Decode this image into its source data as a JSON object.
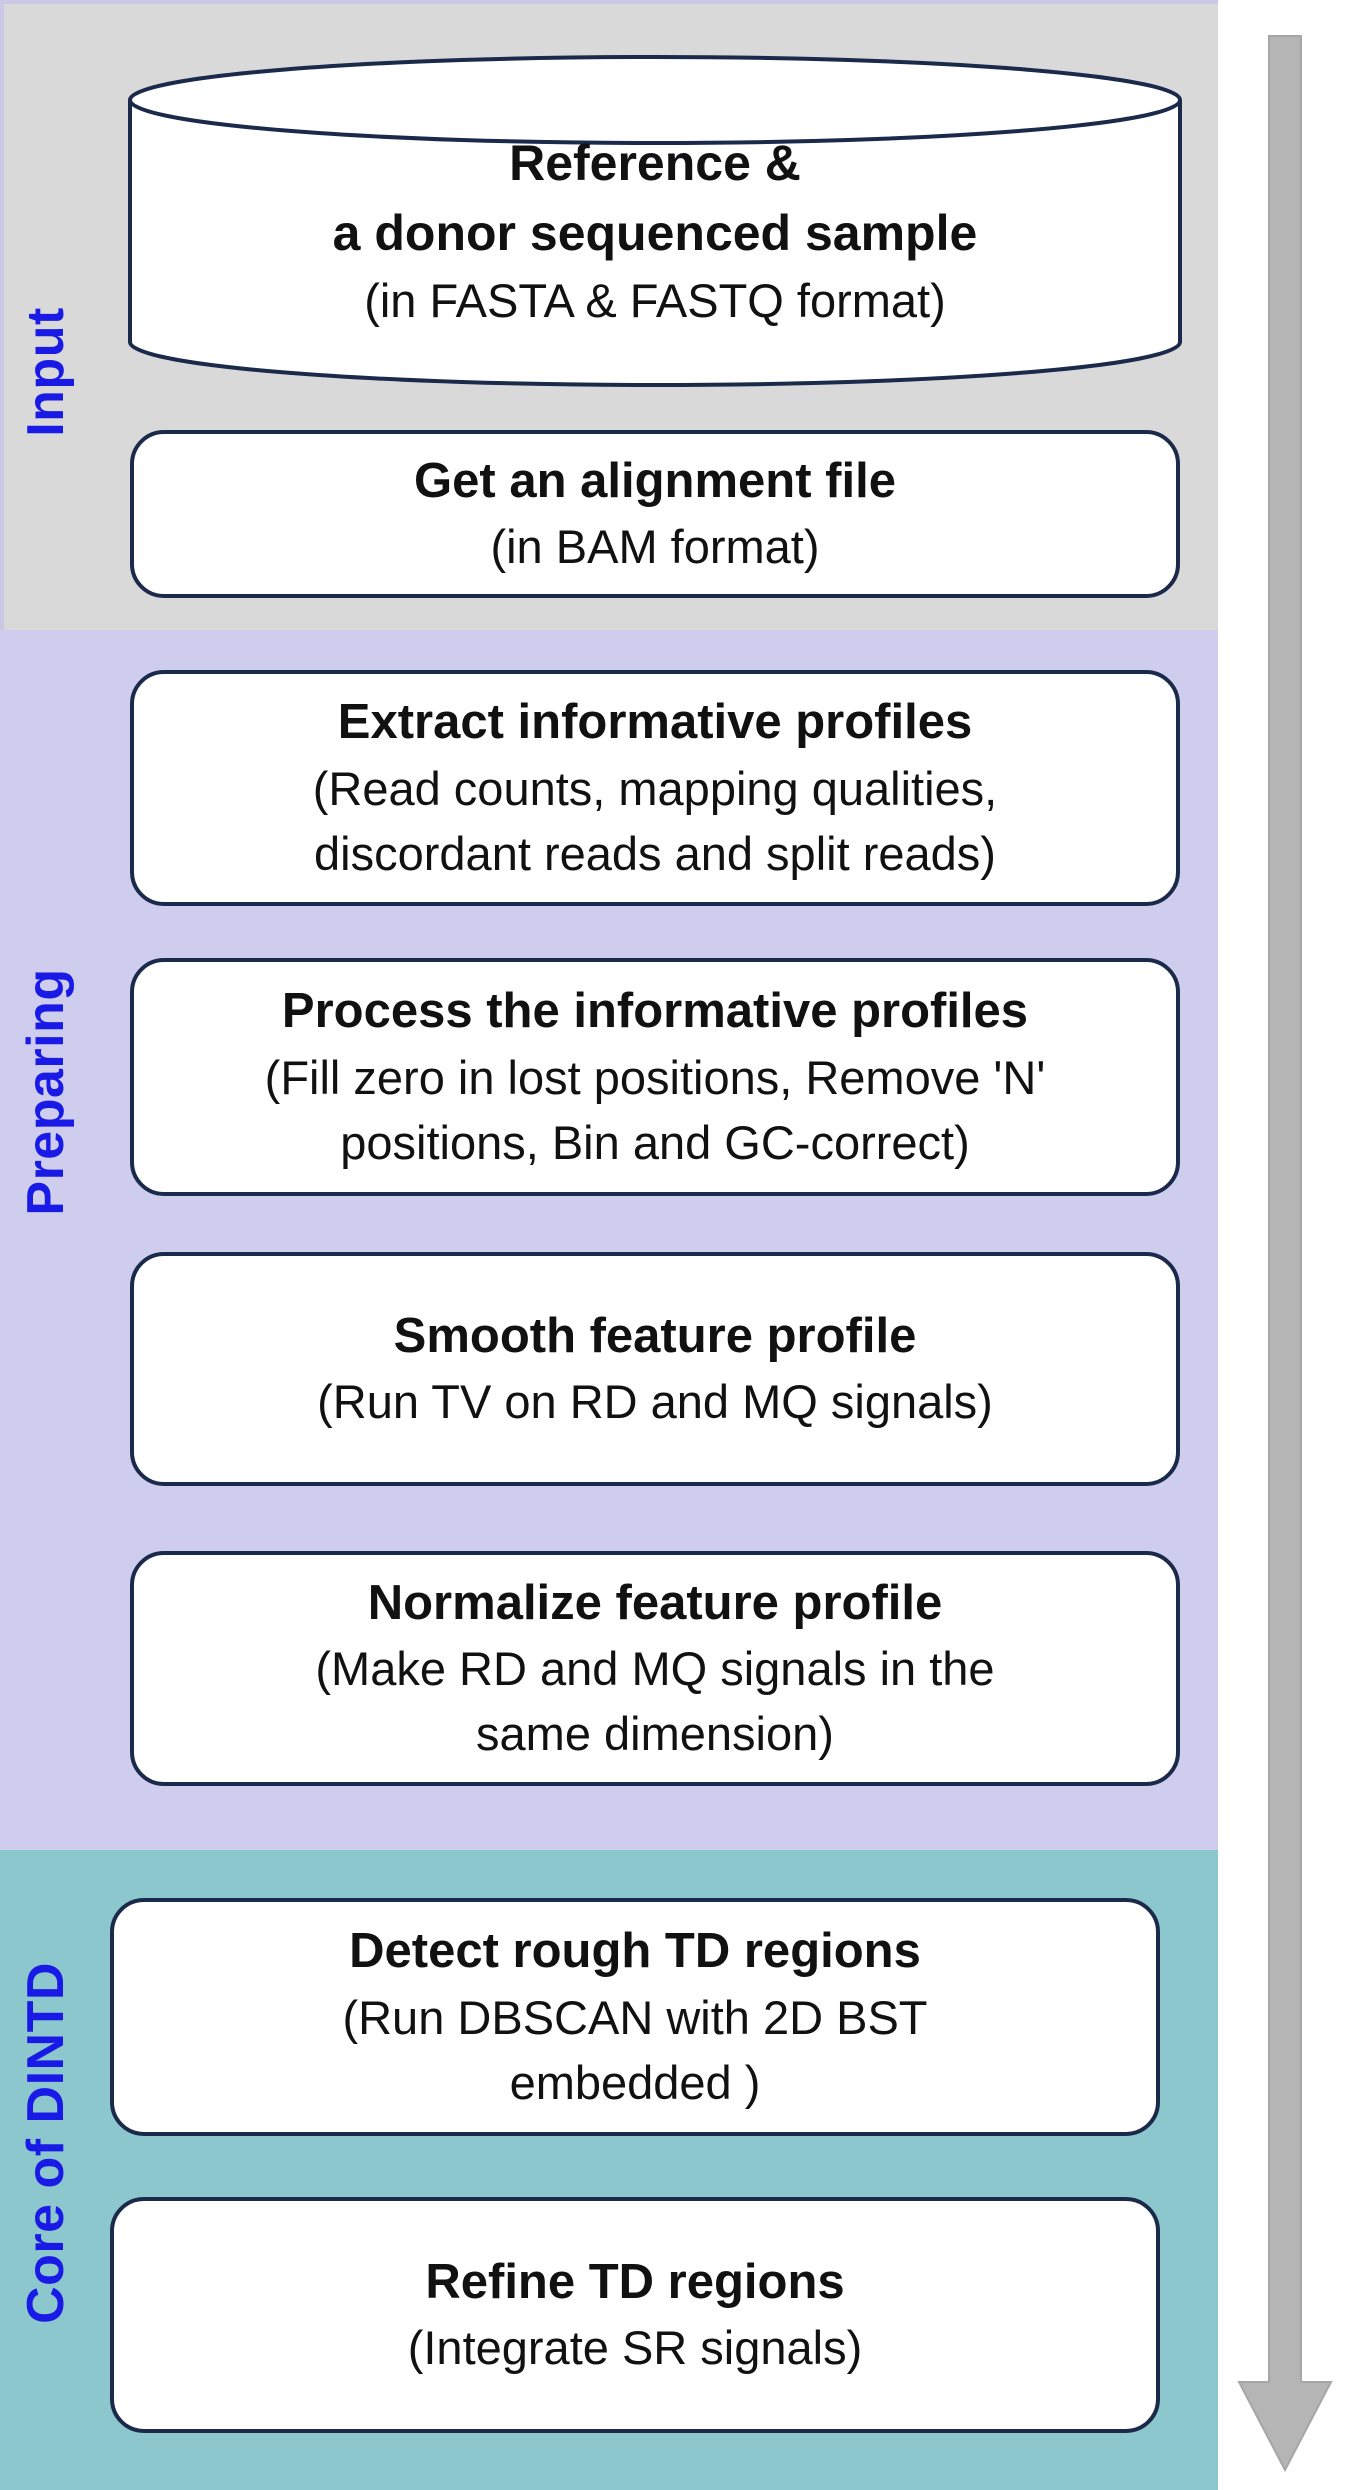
{
  "stages": {
    "input": "Input",
    "preparing": "Preparing",
    "core": "Core of DINTD"
  },
  "steps": [
    {
      "title": "Reference &\na donor sequenced sample",
      "desc": "(in FASTA & FASTQ format)"
    },
    {
      "title": "Get an alignment file",
      "desc": "(in BAM format)"
    },
    {
      "title": "Extract informative profiles",
      "desc": "(Read counts, mapping qualities,\ndiscordant reads and split reads)"
    },
    {
      "title": "Process the informative profiles",
      "desc": "(Fill zero in lost positions, Remove 'N'\npositions, Bin and GC-correct)"
    },
    {
      "title": "Smooth feature profile",
      "desc": "(Run TV on RD and MQ signals)"
    },
    {
      "title": "Normalize feature profile",
      "desc": "(Make RD and MQ signals in the\nsame dimension)"
    },
    {
      "title": "Detect rough TD regions",
      "desc": "(Run DBSCAN with 2D BST\nembedded )"
    },
    {
      "title": "Refine TD regions",
      "desc": "(Integrate SR signals)"
    }
  ],
  "colors": {
    "input_band": "#d9d9d9",
    "preparing_band": "#cfcdee",
    "core_band": "#8cc7cd",
    "stage_label": "#1a1ae6",
    "box_border": "#1b2a4a",
    "arrow": "#b5b5b5"
  }
}
